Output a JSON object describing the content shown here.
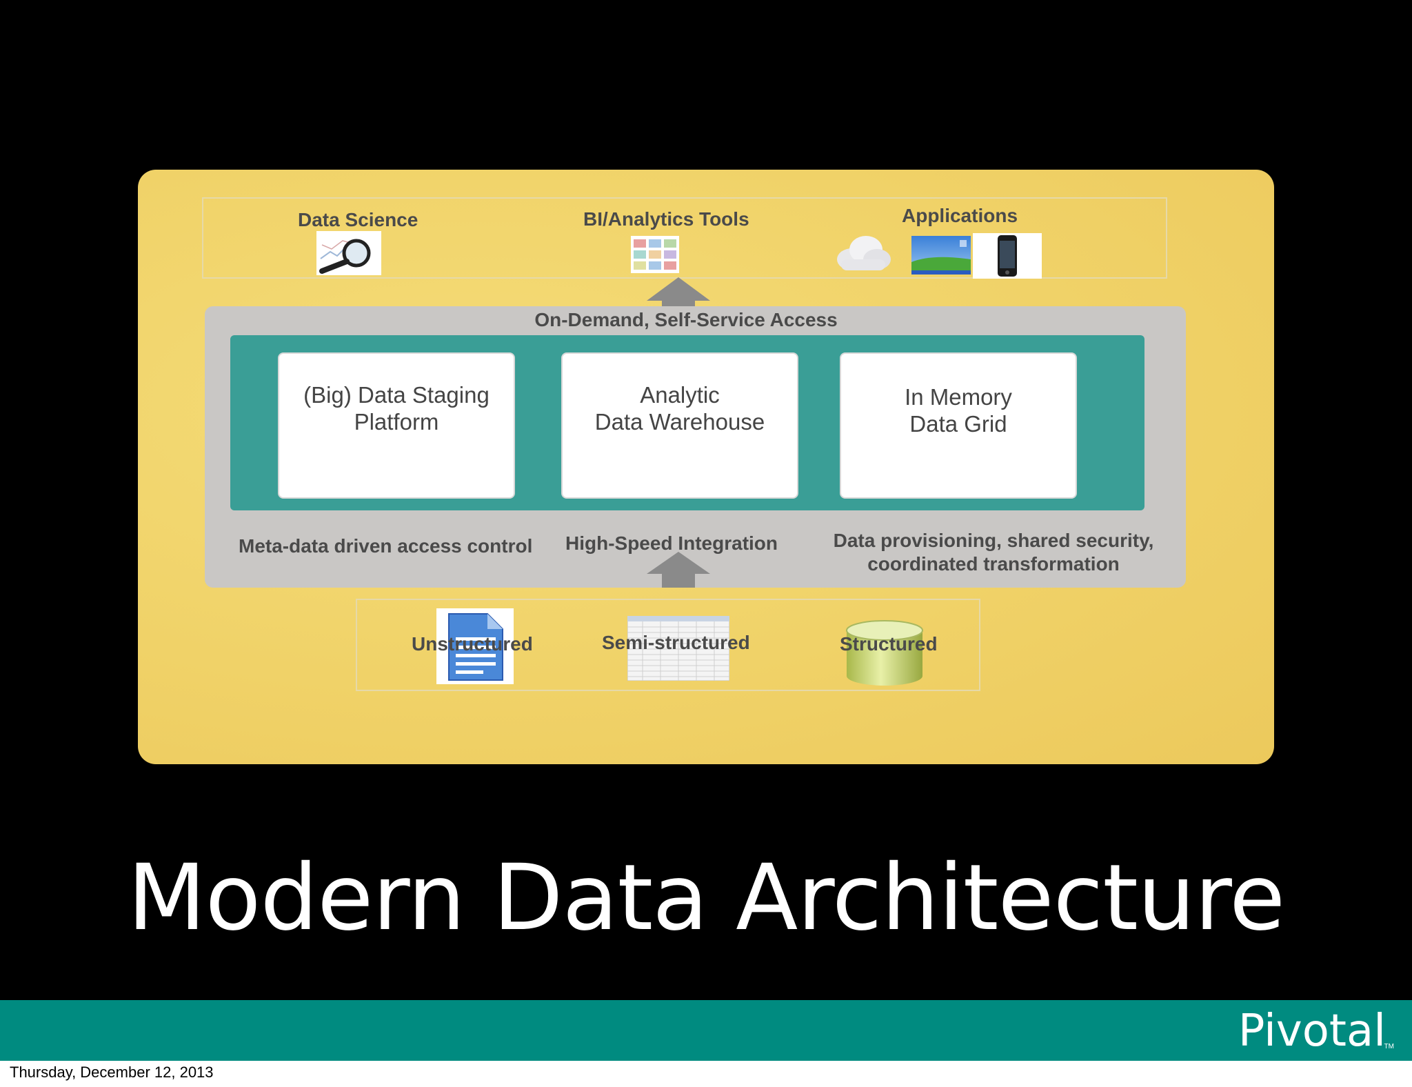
{
  "consumers": {
    "data_science": "Data Science",
    "bi_tools": "BI/Analytics Tools",
    "applications": "Applications"
  },
  "access_label": "On-Demand, Self-Service Access",
  "components": [
    {
      "line1": "(Big) Data Staging",
      "line2": "Platform"
    },
    {
      "line1": "Analytic",
      "line2": "Data Warehouse"
    },
    {
      "line1": "In Memory",
      "line2": "Data Grid"
    }
  ],
  "captions": {
    "left": "Meta-data driven access control",
    "middle": "High-Speed Integration",
    "right_line1": "Data provisioning, shared security,",
    "right_line2": "coordinated transformation"
  },
  "sources": {
    "unstructured": "Unstructured",
    "semi_structured": "Semi-structured",
    "structured": "Structured"
  },
  "title": "Modern Data Architecture",
  "logo": "Pivotal",
  "trademark": "TM",
  "footer_date": "Thursday, December 12, 2013",
  "colors": {
    "background": "#000000",
    "panel": "#f0d268",
    "platform": "#c9c7c5",
    "teal": "#3a9e96",
    "footer": "#008b80"
  }
}
